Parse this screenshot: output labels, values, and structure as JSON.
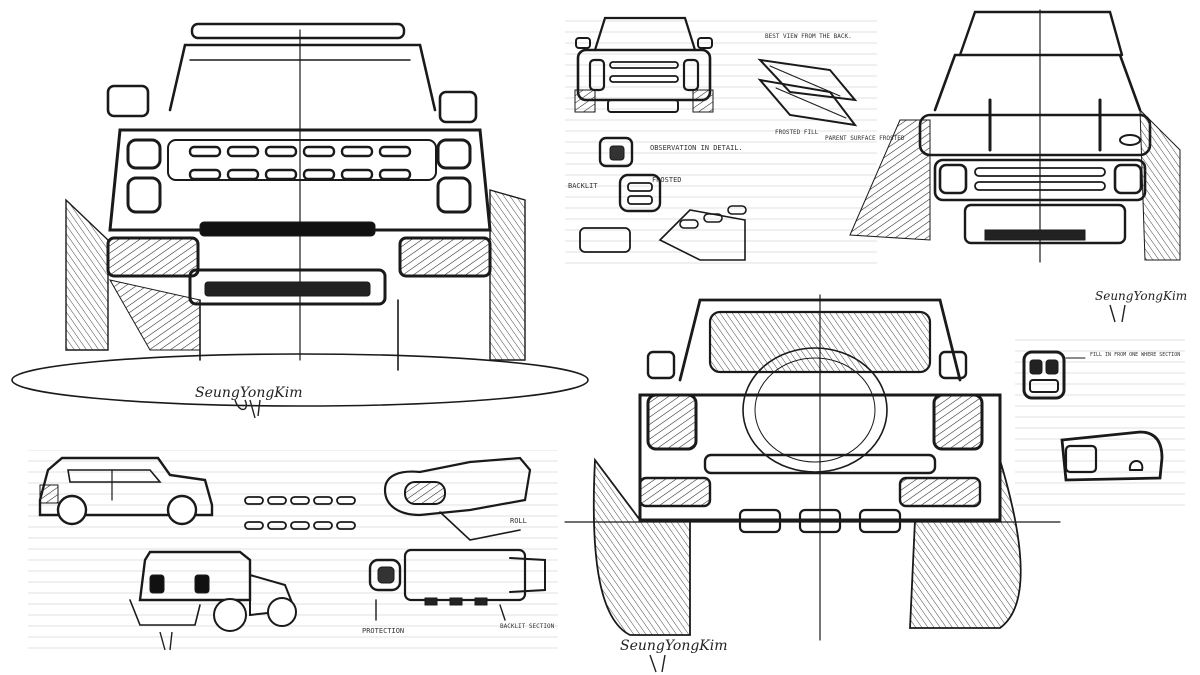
{
  "sheet": {
    "notes": {
      "best_view": "BEST VIEW FROM THE BACK.",
      "frosted_fill": "FROSTED FILL",
      "parent_surface": "PARENT SURFACE FROSTED",
      "detail": "OBSERVATION IN DETAIL.",
      "backlit": "BACKLIT",
      "frosted": "FROSTED",
      "roll": "ROLL",
      "protection": "PROTECTION",
      "backlit_section": "BACKLIT SECTION",
      "fill_note": "FILL IN FROM ONE WHERE SECTION"
    },
    "signature": "SeungYongKim"
  }
}
